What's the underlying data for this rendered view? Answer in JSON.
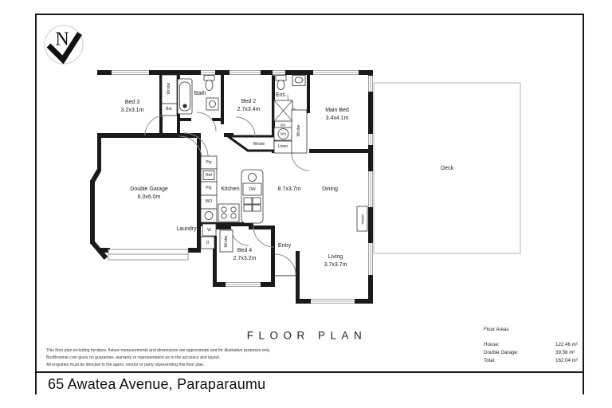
{
  "page": {
    "title": "FLOOR PLAN",
    "address": "65 Awatea Avenue, Paraparaumu",
    "north": "N"
  },
  "rooms": {
    "bed3": {
      "name": "Bed 3",
      "dims": "3.2x3.1m"
    },
    "bath": {
      "name": "Bath"
    },
    "bed2": {
      "name": "Bed 2",
      "dims": "2.7x3.4m"
    },
    "ens": {
      "name": "Ens"
    },
    "main_bed": {
      "name": "Main Bed",
      "dims": "3.4x4.1m"
    },
    "deck": {
      "name": "Deck"
    },
    "double_garage": {
      "name": "Double Garage",
      "dims": "6.0x6.0m"
    },
    "kitchen": {
      "name": "Kitchen"
    },
    "kitchen_dining": {
      "dims": "8.7x3.7m"
    },
    "dining": {
      "name": "Dining"
    },
    "laundry": {
      "name": "Laundry"
    },
    "bed4": {
      "name": "Bed 4",
      "dims": "2.7x3.2m"
    },
    "entry": {
      "name": "Entry"
    },
    "living": {
      "name": "Living",
      "dims": "3.7x3.7m"
    }
  },
  "fixtures": {
    "wrobe": "Wrobe",
    "bm": "Bm",
    "shr": "Shr",
    "wh": "WH",
    "linen": "Linen",
    "pty": "Pty",
    "ref": "Ref",
    "wo": "WO",
    "dw": "DW",
    "w": "W",
    "d": "D",
    "heater": "Heater"
  },
  "floor_areas": {
    "heading": "Floor Areas",
    "rows": [
      {
        "label": "House:",
        "value": "122.46 m²"
      },
      {
        "label": "Double Garage:",
        "value": "39.58 m²"
      },
      {
        "label": "Total:",
        "value": "162.04 m²"
      }
    ]
  },
  "disclaimer": {
    "line1": "This floor plan including furniture, fixture measurements and dimensions are approximate and for illustrative purposes only.",
    "line2": "BoxBrownie.com gives no guarantee, warranty or representation as to the accuracy and layout.",
    "line3": "All enquiries must be directed to the agent, vendor or party representing this floor plan."
  },
  "colors": {
    "wall": "#1a1a1a",
    "thin": "#8c8c8c",
    "deck_line": "#b3b3b3"
  }
}
